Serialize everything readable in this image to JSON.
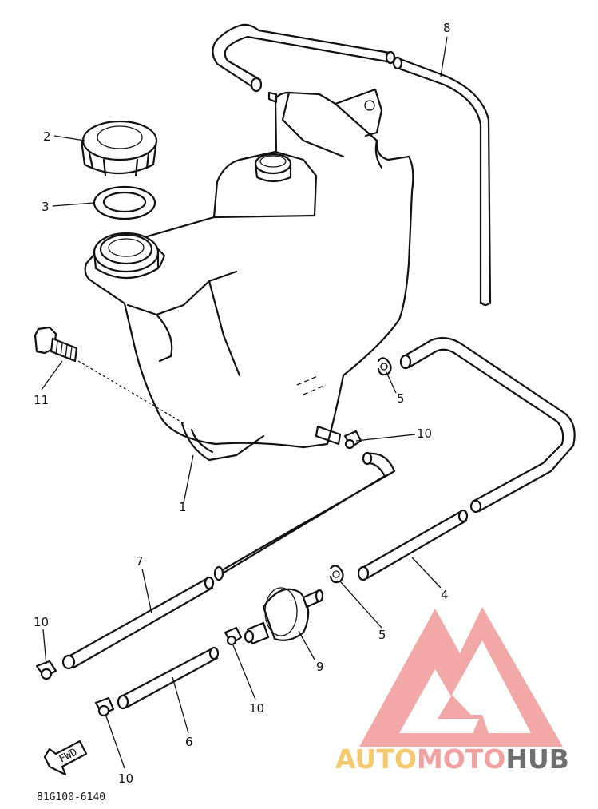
{
  "diagram": {
    "callouts": [
      {
        "id": "c2",
        "label": "2"
      },
      {
        "id": "c3",
        "label": "3"
      },
      {
        "id": "c8",
        "label": "8"
      },
      {
        "id": "c11",
        "label": "11"
      },
      {
        "id": "c5a",
        "label": "5"
      },
      {
        "id": "c10a",
        "label": "10"
      },
      {
        "id": "c1",
        "label": "1"
      },
      {
        "id": "c7",
        "label": "7"
      },
      {
        "id": "c4",
        "label": "4"
      },
      {
        "id": "c10b",
        "label": "10"
      },
      {
        "id": "c5b",
        "label": "5"
      },
      {
        "id": "c9",
        "label": "9"
      },
      {
        "id": "c10c",
        "label": "10"
      },
      {
        "id": "c6",
        "label": "6"
      },
      {
        "id": "c10d",
        "label": "10"
      }
    ],
    "fwd_label": "FWD",
    "diagram_code": "81G100-6140"
  },
  "watermark": {
    "part1": "AUTO",
    "part2": "MOTO",
    "part3": "HUB",
    "colors": {
      "auto": "#f5c96e",
      "moto": "#f3a0a0",
      "hub": "#6e6e6e",
      "logo": "#f29a9a"
    }
  }
}
